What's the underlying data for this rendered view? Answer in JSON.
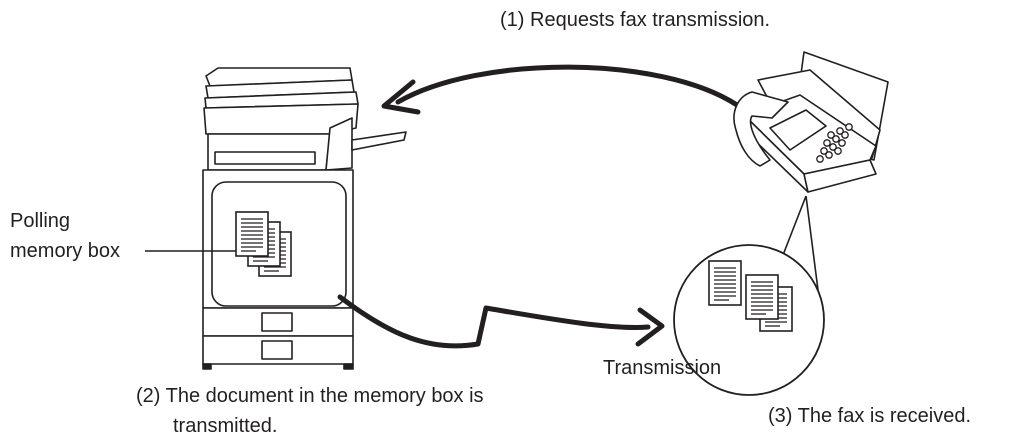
{
  "labels": {
    "step1": "(1) Requests fax transmission.",
    "polling_line1": "Polling",
    "polling_line2": "memory box",
    "transmission": "Transmission",
    "step2_line1": "(2) The document in the memory box is",
    "step2_line2": "transmitted.",
    "step3": "(3) The fax is received."
  },
  "icons": {
    "printer": "multifunction-printer-icon",
    "fax": "fax-machine-icon",
    "document": "document-stack-icon"
  },
  "colors": {
    "stroke": "#231f20",
    "background": "#ffffff"
  }
}
